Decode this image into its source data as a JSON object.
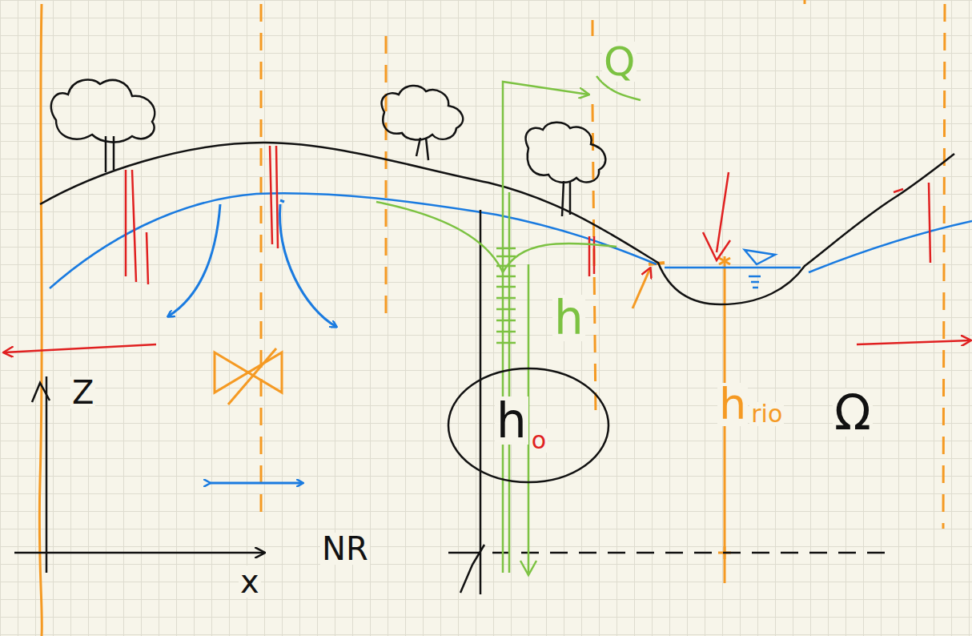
{
  "diagram": {
    "nodes": [
      {
        "text": [
          "h",
          "o"
        ]
      }
    ],
    "labels": [
      "Q",
      "h",
      "h",
      "rio",
      "Ω",
      "Z",
      "x",
      "NR"
    ]
  }
}
